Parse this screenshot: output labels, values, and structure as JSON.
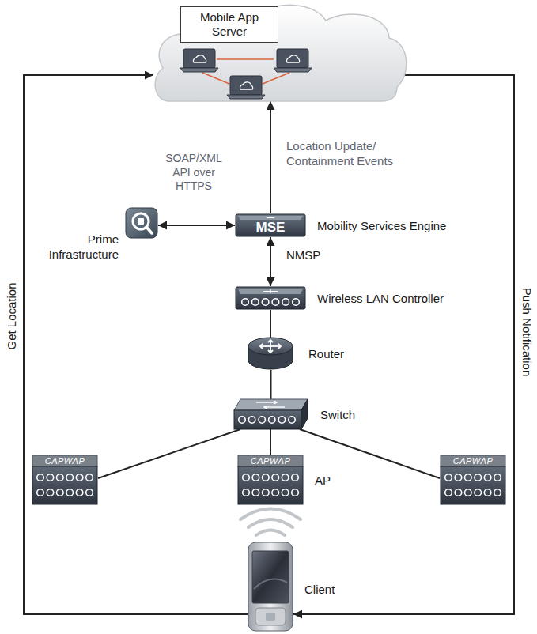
{
  "diagram": {
    "nodes": [
      {
        "text": [
          "Mobile App Server"
        ]
      },
      {
        "text": [
          "Prime Infrastructure"
        ]
      },
      {
        "text": [
          "MSE",
          "Mobility Services Engine"
        ]
      },
      {
        "text": [
          "Wireless LAN Controller"
        ]
      },
      {
        "text": [
          "Router"
        ]
      },
      {
        "text": [
          "Switch"
        ]
      },
      {
        "text": [
          "CAPWAP"
        ]
      },
      {
        "text": [
          "CAPWAP",
          "AP"
        ]
      },
      {
        "text": [
          "CAPWAP"
        ]
      },
      {
        "text": [
          "Client"
        ]
      }
    ],
    "edges": [
      {
        "from": 1,
        "to": 2,
        "arrow": "both",
        "label": "SOAP/XML API over HTTPS"
      },
      {
        "from": 2,
        "to": 0,
        "arrow": "to",
        "label": "Location Update/ Containment Events"
      },
      {
        "from": 2,
        "to": 3,
        "arrow": "both",
        "label": "NMSP"
      },
      {
        "from": 3,
        "to": 4,
        "arrow": "none"
      },
      {
        "from": 4,
        "to": 5,
        "arrow": "none"
      },
      {
        "from": 5,
        "to": 6,
        "arrow": "none"
      },
      {
        "from": 5,
        "to": 7,
        "arrow": "none"
      },
      {
        "from": 5,
        "to": 8,
        "arrow": "none"
      },
      {
        "from": 9,
        "to": 0,
        "arrow": "to",
        "label": "Get Location"
      },
      {
        "from": 0,
        "to": 9,
        "arrow": "to",
        "label": "Push Notification"
      }
    ]
  }
}
